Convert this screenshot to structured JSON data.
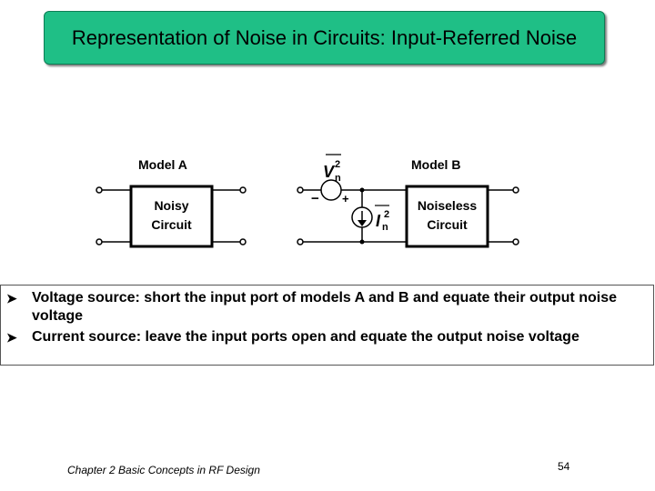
{
  "title": "Representation of Noise in Circuits: Input-Referred Noise",
  "diagram": {
    "model_a_label": "Model A",
    "model_b_label": "Model B",
    "noisy_line1": "Noisy",
    "noisy_line2": "Circuit",
    "noiseless_line1": "Noiseless",
    "noiseless_line2": "Circuit",
    "v_symbol": "V",
    "i_symbol": "I",
    "subscript": "n",
    "superscript": "2",
    "minus": "−",
    "plus": "+"
  },
  "bullets": [
    "Voltage source: short the input port of models A and B and equate their output noise voltage",
    "Current source: leave the input ports open and equate the output noise voltage"
  ],
  "bullet_icon": "arrow-bullet-icon",
  "footer": {
    "chapter": "Chapter 2 Basic Concepts in RF Design",
    "page": "54"
  },
  "colors": {
    "title_bg": "#1fbf86",
    "title_border": "#0d7e55"
  }
}
